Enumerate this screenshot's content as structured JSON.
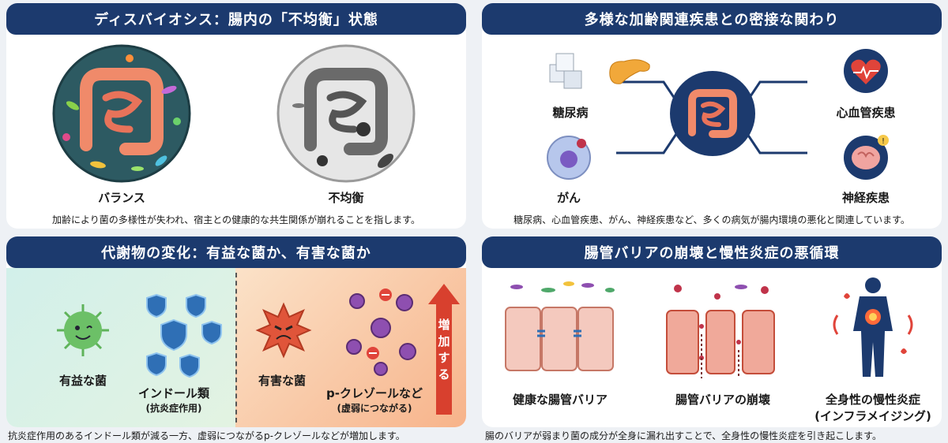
{
  "panel_dysbiosis": {
    "title": "ディスバイオシス：腸内の「不均衡」状態",
    "label_balance": "バランス",
    "label_imbalance": "不均衡",
    "caption": "加齢により菌の多様性が失われ、宿主との健康的な共生関係が崩れることを指します。"
  },
  "panel_diseases": {
    "title": "多様な加齢関連疾患との密接な関わり",
    "label_diabetes": "糖尿病",
    "label_cardio": "心血管疾患",
    "label_cancer": "がん",
    "label_neuro": "神経疾患",
    "caption": "糖尿病、心血管疾患、がん、神経疾患など、多くの病気が腸内環境の悪化と関連しています。"
  },
  "panel_metabolites": {
    "title": "代謝物の変化：有益な菌か、有害な菌か",
    "label_good": "有益な菌",
    "label_indole": "インドール類",
    "label_indole_sub": "(抗炎症作用)",
    "label_bad": "有害な菌",
    "label_cresol": "p-クレゾールなど",
    "label_cresol_sub": "(虚弱につながる)",
    "arrow_text": "増加する",
    "caption": "抗炎症作用のあるインドール類が減る一方、虚弱につながるp-クレゾールなどが増加します。"
  },
  "panel_barrier": {
    "title": "腸管バリアの崩壊と慢性炎症の悪循環",
    "label_healthy": "健康な腸管バリア",
    "label_broken": "腸管バリアの崩壊",
    "label_inflam": "全身性の慢性炎症",
    "label_inflam_sub": "(インフラメイジング)",
    "caption": "腸のバリアが弱まり菌の成分が全身に漏れ出すことで、全身性の慢性炎症を引き起こします。"
  },
  "colors": {
    "header_bg": "#1c3a6e",
    "good": "#5fb35a",
    "bad": "#d9532c",
    "shield": "#2f6fb5"
  }
}
